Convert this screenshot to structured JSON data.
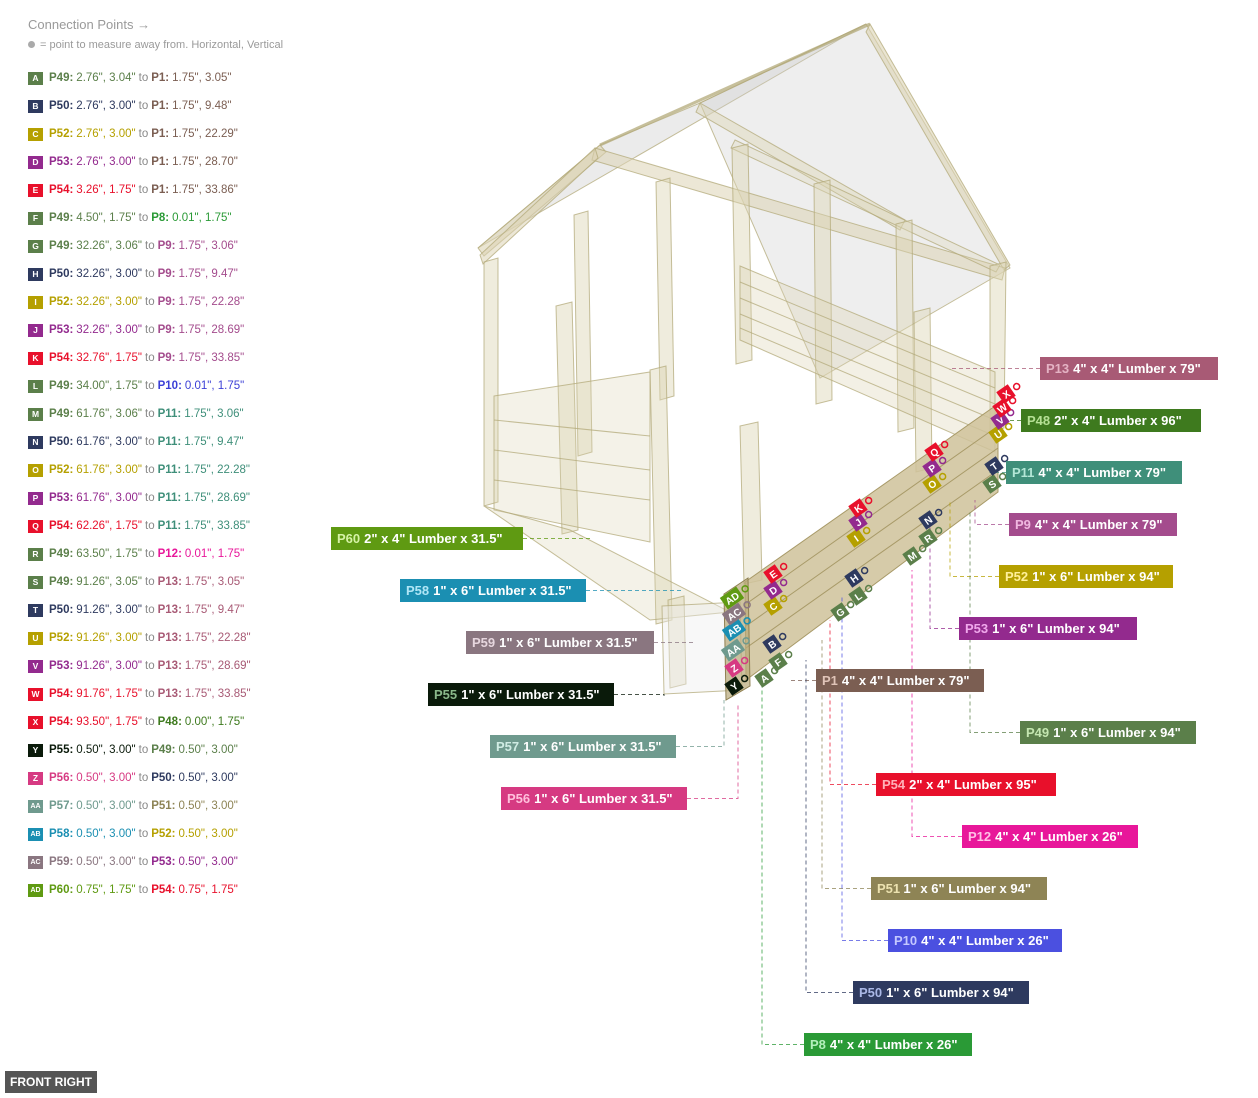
{
  "legend": {
    "title": "Connection Points →",
    "note": "= point to measure away from. Horizontal, Vertical",
    "separator": "to",
    "items": [
      {
        "badge": "A",
        "color": "#5b7f4a",
        "p1": "P49:",
        "p1color": "#5b7f4a",
        "v1": "2.76\", 3.04\"",
        "p2": "P1:",
        "p2color": "#7b5e52",
        "v2": "1.75\", 3.05\""
      },
      {
        "badge": "B",
        "color": "#2e3a5f",
        "p1": "P50:",
        "p1color": "#2e3a5f",
        "v1": "2.76\", 3.00\"",
        "p2": "P1:",
        "p2color": "#7b5e52",
        "v2": "1.75\", 9.48\""
      },
      {
        "badge": "C",
        "color": "#b5a000",
        "p1": "P52:",
        "p1color": "#b5a000",
        "v1": "2.76\", 3.00\"",
        "p2": "P1:",
        "p2color": "#7b5e52",
        "v2": "1.75\", 22.29\""
      },
      {
        "badge": "D",
        "color": "#932a8e",
        "p1": "P53:",
        "p1color": "#932a8e",
        "v1": "2.76\", 3.00\"",
        "p2": "P1:",
        "p2color": "#7b5e52",
        "v2": "1.75\", 28.70\""
      },
      {
        "badge": "E",
        "color": "#e8102b",
        "p1": "P54:",
        "p1color": "#e8102b",
        "v1": "3.26\", 1.75\"",
        "p2": "P1:",
        "p2color": "#7b5e52",
        "v2": "1.75\", 33.86\""
      },
      {
        "badge": "F",
        "color": "#5b7f4a",
        "p1": "P49:",
        "p1color": "#5b7f4a",
        "v1": "4.50\", 1.75\"",
        "p2": "P8:",
        "p2color": "#2a9a36",
        "v2": "0.01\", 1.75\""
      },
      {
        "badge": "G",
        "color": "#5b7f4a",
        "p1": "P49:",
        "p1color": "#5b7f4a",
        "v1": "32.26\", 3.06\"",
        "p2": "P9:",
        "p2color": "#a44c8d",
        "v2": "1.75\", 3.06\""
      },
      {
        "badge": "H",
        "color": "#2e3a5f",
        "p1": "P50:",
        "p1color": "#2e3a5f",
        "v1": "32.26\", 3.00\"",
        "p2": "P9:",
        "p2color": "#a44c8d",
        "v2": "1.75\", 9.47\""
      },
      {
        "badge": "I",
        "color": "#b5a000",
        "p1": "P52:",
        "p1color": "#b5a000",
        "v1": "32.26\", 3.00\"",
        "p2": "P9:",
        "p2color": "#a44c8d",
        "v2": "1.75\", 22.28\""
      },
      {
        "badge": "J",
        "color": "#932a8e",
        "p1": "P53:",
        "p1color": "#932a8e",
        "v1": "32.26\", 3.00\"",
        "p2": "P9:",
        "p2color": "#a44c8d",
        "v2": "1.75\", 28.69\""
      },
      {
        "badge": "K",
        "color": "#e8102b",
        "p1": "P54:",
        "p1color": "#e8102b",
        "v1": "32.76\", 1.75\"",
        "p2": "P9:",
        "p2color": "#a44c8d",
        "v2": "1.75\", 33.85\""
      },
      {
        "badge": "L",
        "color": "#5b7f4a",
        "p1": "P49:",
        "p1color": "#5b7f4a",
        "v1": "34.00\", 1.75\"",
        "p2": "P10:",
        "p2color": "#3b3fd6",
        "v2": "0.01\", 1.75\""
      },
      {
        "badge": "M",
        "color": "#5b7f4a",
        "p1": "P49:",
        "p1color": "#5b7f4a",
        "v1": "61.76\", 3.06\"",
        "p2": "P11:",
        "p2color": "#3f8f7a",
        "v2": "1.75\", 3.06\""
      },
      {
        "badge": "N",
        "color": "#2e3a5f",
        "p1": "P50:",
        "p1color": "#2e3a5f",
        "v1": "61.76\", 3.00\"",
        "p2": "P11:",
        "p2color": "#3f8f7a",
        "v2": "1.75\", 9.47\""
      },
      {
        "badge": "O",
        "color": "#b5a000",
        "p1": "P52:",
        "p1color": "#b5a000",
        "v1": "61.76\", 3.00\"",
        "p2": "P11:",
        "p2color": "#3f8f7a",
        "v2": "1.75\", 22.28\""
      },
      {
        "badge": "P",
        "color": "#932a8e",
        "p1": "P53:",
        "p1color": "#932a8e",
        "v1": "61.76\", 3.00\"",
        "p2": "P11:",
        "p2color": "#3f8f7a",
        "v2": "1.75\", 28.69\""
      },
      {
        "badge": "Q",
        "color": "#e8102b",
        "p1": "P54:",
        "p1color": "#e8102b",
        "v1": "62.26\", 1.75\"",
        "p2": "P11:",
        "p2color": "#3f8f7a",
        "v2": "1.75\", 33.85\""
      },
      {
        "badge": "R",
        "color": "#5b7f4a",
        "p1": "P49:",
        "p1color": "#5b7f4a",
        "v1": "63.50\", 1.75\"",
        "p2": "P12:",
        "p2color": "#e8179a",
        "v2": "0.01\", 1.75\""
      },
      {
        "badge": "S",
        "color": "#5b7f4a",
        "p1": "P49:",
        "p1color": "#5b7f4a",
        "v1": "91.26\", 3.05\"",
        "p2": "P13:",
        "p2color": "#a85a75",
        "v2": "1.75\", 3.05\""
      },
      {
        "badge": "T",
        "color": "#2e3a5f",
        "p1": "P50:",
        "p1color": "#2e3a5f",
        "v1": "91.26\", 3.00\"",
        "p2": "P13:",
        "p2color": "#a85a75",
        "v2": "1.75\", 9.47\""
      },
      {
        "badge": "U",
        "color": "#b5a000",
        "p1": "P52:",
        "p1color": "#b5a000",
        "v1": "91.26\", 3.00\"",
        "p2": "P13:",
        "p2color": "#a85a75",
        "v2": "1.75\", 22.28\""
      },
      {
        "badge": "V",
        "color": "#932a8e",
        "p1": "P53:",
        "p1color": "#932a8e",
        "v1": "91.26\", 3.00\"",
        "p2": "P13:",
        "p2color": "#a85a75",
        "v2": "1.75\", 28.69\""
      },
      {
        "badge": "W",
        "color": "#e8102b",
        "p1": "P54:",
        "p1color": "#e8102b",
        "v1": "91.76\", 1.75\"",
        "p2": "P13:",
        "p2color": "#a85a75",
        "v2": "1.75\", 33.85\""
      },
      {
        "badge": "X",
        "color": "#e8102b",
        "p1": "P54:",
        "p1color": "#e8102b",
        "v1": "93.50\", 1.75\"",
        "p2": "P48:",
        "p2color": "#3e7a1e",
        "v2": "0.00\", 1.75\""
      },
      {
        "badge": "Y",
        "color": "#0a1a0a",
        "p1": "P55:",
        "p1color": "#0a1a0a",
        "v1": "0.50\", 3.00\"",
        "p2": "P49:",
        "p2color": "#5b7f4a",
        "v2": "0.50\", 3.00\""
      },
      {
        "badge": "Z",
        "color": "#d63a82",
        "p1": "P56:",
        "p1color": "#d63a82",
        "v1": "0.50\", 3.00\"",
        "p2": "P50:",
        "p2color": "#2e3a5f",
        "v2": "0.50\", 3.00\""
      },
      {
        "badge": "AA",
        "color": "#6f9a8e",
        "p1": "P57:",
        "p1color": "#6f9a8e",
        "v1": "0.50\", 3.00\"",
        "p2": "P51:",
        "p2color": "#8e8455",
        "v2": "0.50\", 3.00\""
      },
      {
        "badge": "AB",
        "color": "#1b8fb2",
        "p1": "P58:",
        "p1color": "#1b8fb2",
        "v1": "0.50\", 3.00\"",
        "p2": "P52:",
        "p2color": "#b5a000",
        "v2": "0.50\", 3.00\""
      },
      {
        "badge": "AC",
        "color": "#8a7680",
        "p1": "P59:",
        "p1color": "#8a7680",
        "v1": "0.50\", 3.00\"",
        "p2": "P53:",
        "p2color": "#932a8e",
        "v2": "0.50\", 3.00\""
      },
      {
        "badge": "AD",
        "color": "#5f9a12",
        "p1": "P60:",
        "p1color": "#5f9a12",
        "v1": "0.75\", 1.75\"",
        "p2": "P54:",
        "p2color": "#e8102b",
        "v2": "0.75\", 1.75\""
      }
    ]
  },
  "parts": [
    {
      "id": "P13",
      "desc": "4\" x 4\" Lumber x 79\"",
      "color": "#a85a75",
      "idcolor": "#e4b3c4"
    },
    {
      "id": "P48",
      "desc": "2\" x 4\" Lumber  x 96\"",
      "color": "#3e7a1e",
      "idcolor": "#b6e095"
    },
    {
      "id": "P11",
      "desc": "4\" x 4\" Lumber x 79\"",
      "color": "#3f8f7a",
      "idcolor": "#b3e6d6"
    },
    {
      "id": "P9",
      "desc": "4\" x 4\" Lumber x 79\"",
      "color": "#a44c8d",
      "idcolor": "#f0b8e0"
    },
    {
      "id": "P52",
      "desc": "1\" x 6\" Lumber x 94\"",
      "color": "#b5a000",
      "idcolor": "#fff09a"
    },
    {
      "id": "P53",
      "desc": "1\" x 6\" Lumber x 94\"",
      "color": "#932a8e",
      "idcolor": "#f0a8ec"
    },
    {
      "id": "P1",
      "desc": "4\" x 4\" Lumber x 79\"",
      "color": "#7b5e52",
      "idcolor": "#e0c4b8"
    },
    {
      "id": "P49",
      "desc": "1\" x 6\" Lumber x 94\"",
      "color": "#5b7f4a",
      "idcolor": "#c4e6b0"
    },
    {
      "id": "P54",
      "desc": "2\" x 4\" Lumber  x 95\"",
      "color": "#e8102b",
      "idcolor": "#ffb0b8"
    },
    {
      "id": "P12",
      "desc": "4\" x 4\" Lumber x 26\"",
      "color": "#e8179a",
      "idcolor": "#ffc0e6"
    },
    {
      "id": "P51",
      "desc": "1\" x 6\" Lumber x 94\"",
      "color": "#8e8455",
      "idcolor": "#ece2b0"
    },
    {
      "id": "P10",
      "desc": "4\" x 4\" Lumber x 26\"",
      "color": "#4b50e0",
      "idcolor": "#c4c8ff"
    },
    {
      "id": "P50",
      "desc": "1\" x 6\" Lumber x 94\"",
      "color": "#2e3a5f",
      "idcolor": "#aab8e6"
    },
    {
      "id": "P8",
      "desc": "4\" x 4\" Lumber x 26\"",
      "color": "#2a9a36",
      "idcolor": "#b4f0bc"
    },
    {
      "id": "P60",
      "desc": "2\" x 4\" Lumber  x 31.5\"",
      "color": "#5f9a12",
      "idcolor": "#d6f2a6"
    },
    {
      "id": "P58",
      "desc": "1\" x 6\" Lumber x 31.5\"",
      "color": "#1b8fb2",
      "idcolor": "#b0e6f6"
    },
    {
      "id": "P59",
      "desc": "1\" x 6\" Lumber x 31.5\"",
      "color": "#8a7680",
      "idcolor": "#e6d6de"
    },
    {
      "id": "P55",
      "desc": "1\" x 6\" Lumber x 31.5\"",
      "color": "#0a1a0a",
      "idcolor": "#8ab88a"
    },
    {
      "id": "P57",
      "desc": "1\" x 6\" Lumber x 31.5\"",
      "color": "#6f9a8e",
      "idcolor": "#d0ece4"
    },
    {
      "id": "P56",
      "desc": "1\" x 6\" Lumber x 31.5\"",
      "color": "#d63a82",
      "idcolor": "#ffc0dc"
    }
  ],
  "view": {
    "label": "FRONT RIGHT"
  }
}
